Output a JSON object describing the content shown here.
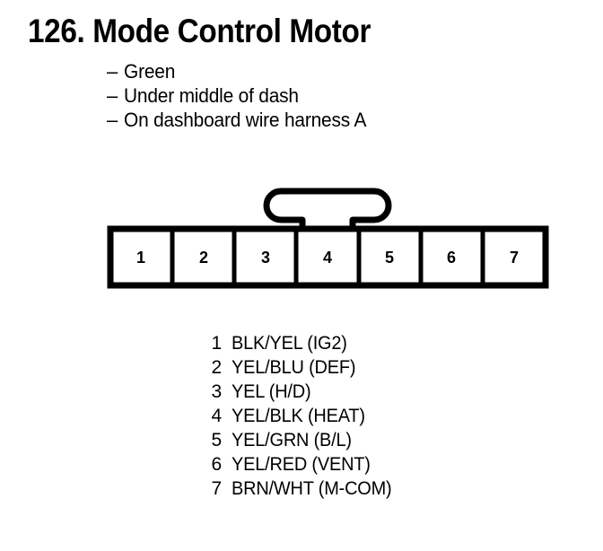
{
  "document": {
    "item_number": "126.",
    "title": "126. Mode Control Motor"
  },
  "details": {
    "bullet_marker": "–",
    "items": [
      {
        "text": "Green"
      },
      {
        "text": "Under middle of dash"
      },
      {
        "text": "On dashboard wire harness A"
      }
    ]
  },
  "connector": {
    "pin_count": 7,
    "locking_tab": "locking-tab",
    "outline_color": "#000000",
    "fill_color": "#ffffff",
    "cells": [
      {
        "number": "1"
      },
      {
        "number": "2"
      },
      {
        "number": "3"
      },
      {
        "number": "4"
      },
      {
        "number": "5"
      },
      {
        "number": "6"
      },
      {
        "number": "7"
      }
    ]
  },
  "pinout": {
    "rows": [
      {
        "number": "1",
        "label": "BLK/YEL (IG2)"
      },
      {
        "number": "2",
        "label": "YEL/BLU (DEF)"
      },
      {
        "number": "3",
        "label": "YEL (H/D)"
      },
      {
        "number": "4",
        "label": "YEL/BLK (HEAT)"
      },
      {
        "number": "5",
        "label": "YEL/GRN (B/L)"
      },
      {
        "number": "6",
        "label": "YEL/RED (VENT)"
      },
      {
        "number": "7",
        "label": "BRN/WHT (M-COM)"
      }
    ]
  }
}
